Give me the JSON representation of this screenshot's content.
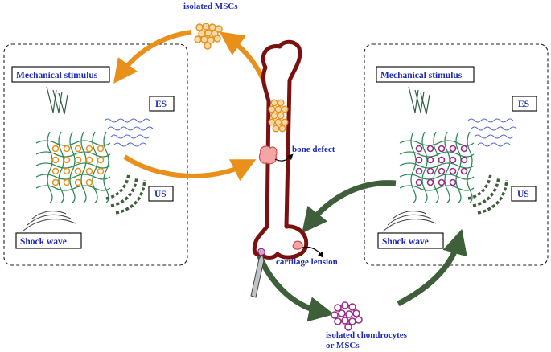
{
  "labels": {
    "isolated_mscs": "isolated MSCs",
    "bone_defect": "bone defect",
    "cartilage_lesion": "cartilage lension",
    "isolated_chondrocytes_line1": "isolated chondrocytes",
    "isolated_chondrocytes_line2": "or MSCs"
  },
  "left_panel": {
    "mechanical": "Mechanical stimulus",
    "es": "ES",
    "us": "US",
    "shock": "Shock wave"
  },
  "right_panel": {
    "mechanical": "Mechanical stimulus",
    "es": "ES",
    "us": "US",
    "shock": "Shock wave"
  },
  "colors": {
    "bone": "#7a1010",
    "orange_arrow": "#e8901a",
    "green_arrow": "#3f5e3a",
    "scaffold": "#2e8b57",
    "msc_cell": "#e8901a",
    "chondrocyte_cell": "#9b2a8a",
    "text_blue": "#1f2bb8"
  },
  "icons": {
    "needle": "needle-icon",
    "wave": "sine-wave-icon",
    "ultrasound": "ultrasound-arc-icon",
    "shock": "shock-wave-arc-icon",
    "scalpel": "scalpel-icon"
  }
}
